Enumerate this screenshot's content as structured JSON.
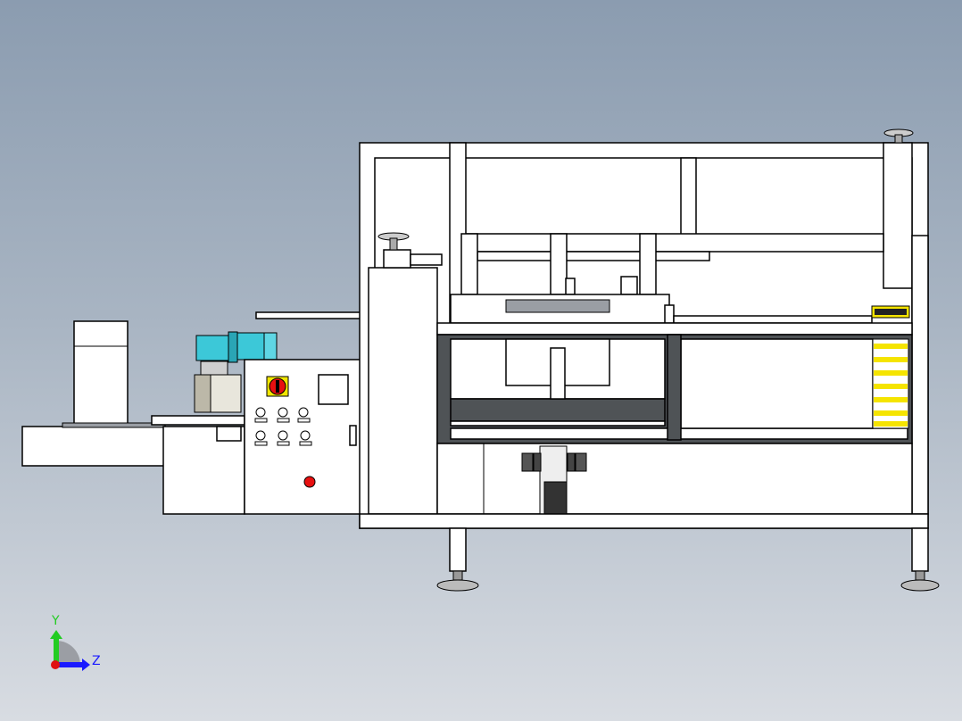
{
  "viewport": {
    "background": "gradient-blue-gray",
    "model": "machine-assembly-front-view"
  },
  "triad": {
    "y_label": "Y",
    "z_label": "Z",
    "y_color": "#22cc22",
    "z_color": "#1a1aff",
    "x_color": "#e01010"
  },
  "colors": {
    "motor": "#3cc8d8",
    "emergency_stop": "#e81010",
    "main_switch_bg": "#f2e600",
    "rack": "#f5e400",
    "frame_dark": "#4f5356"
  }
}
